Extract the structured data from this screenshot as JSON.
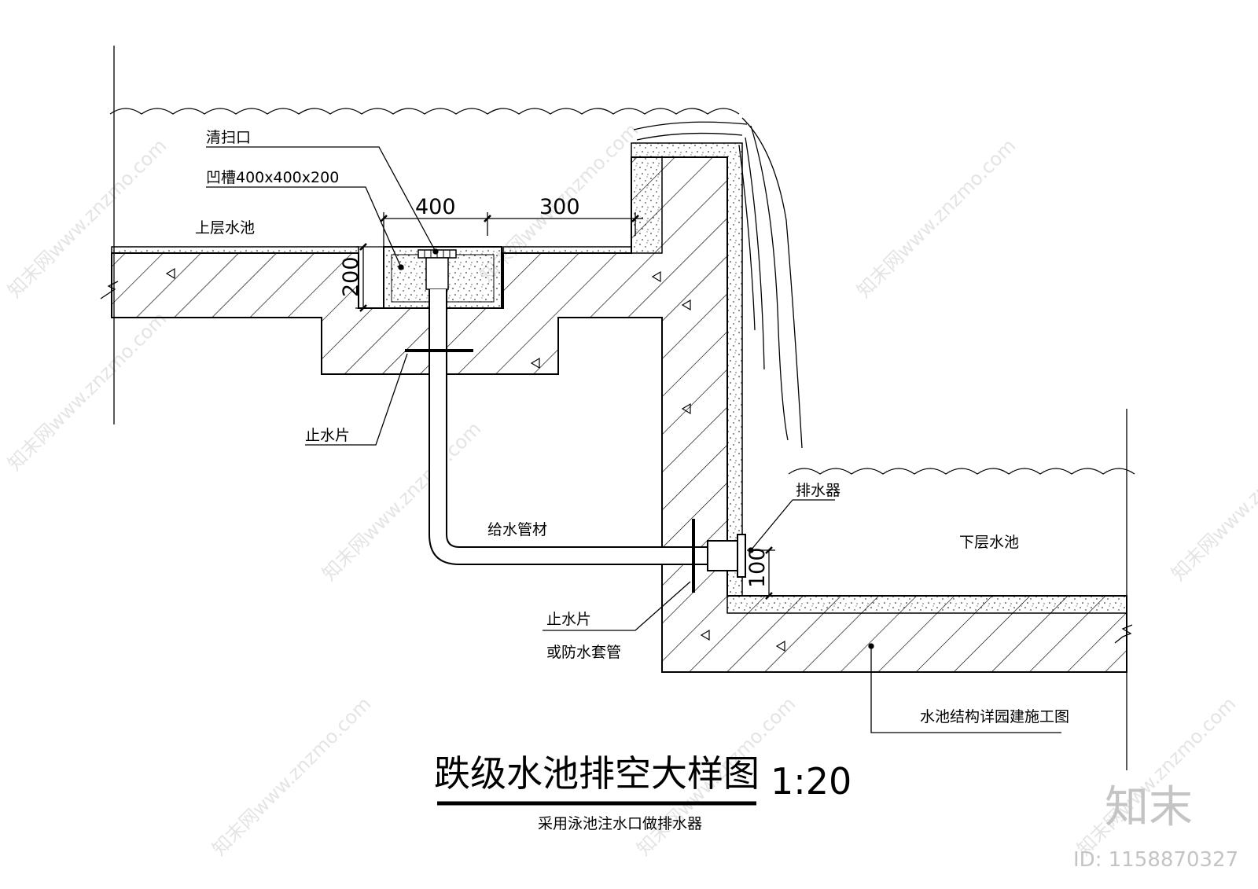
{
  "labels": {
    "cleanout": "清扫口",
    "recess": "凹槽400x400x200",
    "upper_pool": "上层水池",
    "water_stop_1": "止水片",
    "supply_pipe": "给水管材",
    "drain_device": "排水器",
    "lower_pool": "下层水池",
    "water_stop_2_line1": "止水片",
    "water_stop_2_line2": "或防水套管",
    "structure_note": "水池结构详园建施工图"
  },
  "dimensions": {
    "d400": "400",
    "d300": "300",
    "d200": "200",
    "d100": "100"
  },
  "title": {
    "main": "跌级水池排空大样图",
    "scale": "1:20",
    "subtitle": "采用泳池注水口做排水器"
  },
  "watermark": {
    "text": "知末网www.znzmo.com",
    "brand": "知末",
    "id": "ID: 1158870327"
  },
  "colors": {
    "line": "#000000",
    "watermark": "#c4c4c4"
  }
}
